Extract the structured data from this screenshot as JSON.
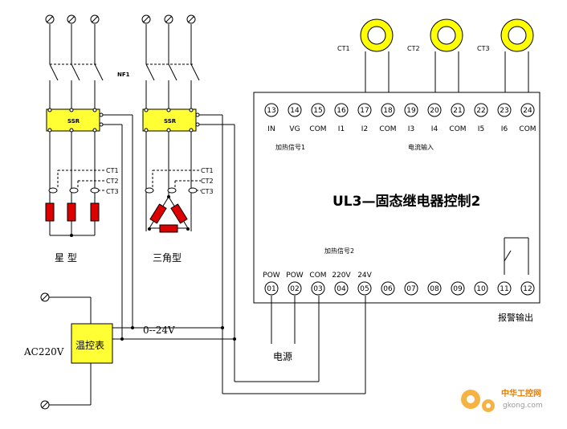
{
  "labels": {
    "nf1": "NF1",
    "ssr": "SSR",
    "ct1": "CT1",
    "ct2": "CT2",
    "ct3": "CT3",
    "star": "星  型",
    "delta": "三角型",
    "ac220": "AC220V",
    "temp_ctrl": "温控表",
    "voltage": "0--24V",
    "power": "电源",
    "alarm_out": "报警输出",
    "module_title": "UL3—固态继电器控制2",
    "heat_sig1": "加热信号1",
    "heat_sig2": "加热信号2",
    "current_in": "电流输入"
  },
  "top_terminals": [
    {
      "num": "13",
      "label": "IN"
    },
    {
      "num": "14",
      "label": "VG"
    },
    {
      "num": "15",
      "label": "COM"
    },
    {
      "num": "16",
      "label": "I1"
    },
    {
      "num": "17",
      "label": "I2"
    },
    {
      "num": "18",
      "label": "COM"
    },
    {
      "num": "19",
      "label": "I3"
    },
    {
      "num": "20",
      "label": "I4"
    },
    {
      "num": "21",
      "label": "COM"
    },
    {
      "num": "22",
      "label": "I5"
    },
    {
      "num": "23",
      "label": "I6"
    },
    {
      "num": "24",
      "label": "COM"
    }
  ],
  "bottom_terminals": [
    {
      "num": "01",
      "label": "POW"
    },
    {
      "num": "02",
      "label": "POW"
    },
    {
      "num": "03",
      "label": "COM"
    },
    {
      "num": "04",
      "label": "220V"
    },
    {
      "num": "05",
      "label": "24V"
    },
    {
      "num": "06",
      "label": ""
    },
    {
      "num": "07",
      "label": ""
    },
    {
      "num": "08",
      "label": ""
    },
    {
      "num": "09",
      "label": ""
    },
    {
      "num": "10",
      "label": ""
    },
    {
      "num": "11",
      "label": ""
    },
    {
      "num": "12",
      "label": ""
    }
  ],
  "watermark": {
    "brand": "中华工控网",
    "url": "gkong.com"
  },
  "colors": {
    "ssr_fill": "#ffff33",
    "heater_fill": "#dd0000",
    "ct_ring": "#ffff00",
    "line": "#000000"
  }
}
